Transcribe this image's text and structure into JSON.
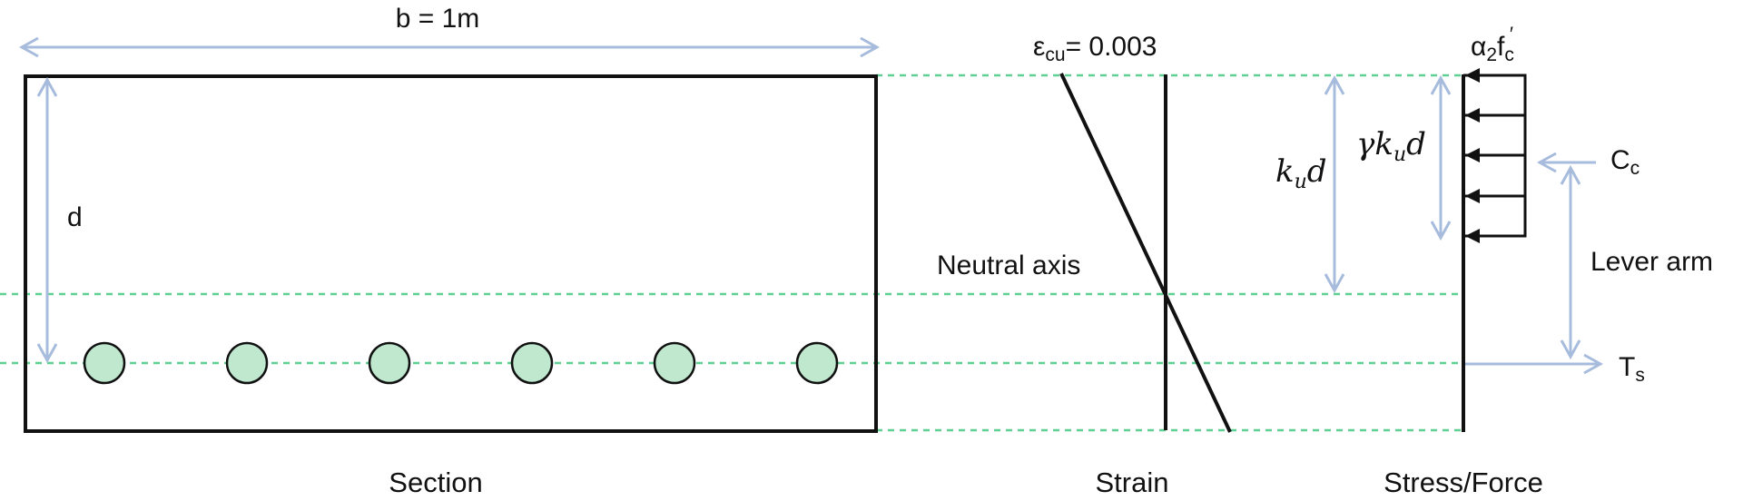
{
  "section": {
    "width_label": "b = 1m",
    "depth_label": "d",
    "caption": "Section",
    "bar_count": 6
  },
  "strain": {
    "top_label": {
      "base": "ε",
      "sub": "cu",
      "rest": "= 0.003"
    },
    "neutral_axis_label": "Neutral axis",
    "caption": "Strain"
  },
  "stress": {
    "block_label": {
      "base": "α",
      "sub": "2",
      "rest": "f",
      "rest_sub": "c",
      "prime": "′"
    },
    "kud_label": {
      "k": "k",
      "u": "u",
      "d": "d"
    },
    "gamma_kud_label": {
      "gamma": "γ",
      "k": "k",
      "u": "u",
      "d": "d"
    },
    "compression_label": {
      "base": "C",
      "sub": "c"
    },
    "tension_label": {
      "base": "T",
      "sub": "s"
    },
    "lever_arm_label": "Lever arm",
    "caption": "Stress/Force"
  },
  "colors": {
    "dimension": "#a7bcdd",
    "dashed": "#5fcf93",
    "bar_fill": "#bfe8cf",
    "outline": "#111111"
  }
}
